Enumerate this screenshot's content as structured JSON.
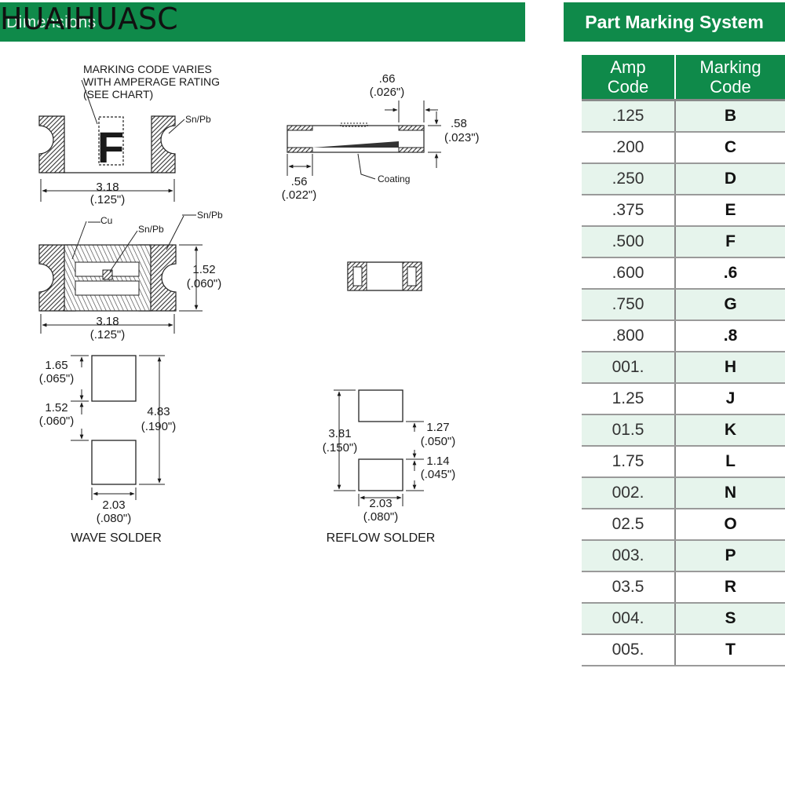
{
  "dimensions": {
    "title": "Dimensions"
  },
  "watermark": "HUAIHUASC",
  "part_marking": {
    "title": "Part Marking System",
    "headers": {
      "amp": "Amp Code",
      "marking": "Marking Code"
    },
    "rows": [
      {
        "amp": ".125",
        "mark": "B"
      },
      {
        "amp": ".200",
        "mark": "C"
      },
      {
        "amp": ".250",
        "mark": "D"
      },
      {
        "amp": ".375",
        "mark": "E"
      },
      {
        "amp": ".500",
        "mark": "F"
      },
      {
        "amp": ".600",
        "mark": ".6"
      },
      {
        "amp": ".750",
        "mark": "G"
      },
      {
        "amp": ".800",
        "mark": ".8"
      },
      {
        "amp": "001.",
        "mark": "H"
      },
      {
        "amp": "1.25",
        "mark": "J"
      },
      {
        "amp": "01.5",
        "mark": "K"
      },
      {
        "amp": "1.75",
        "mark": "L"
      },
      {
        "amp": "002.",
        "mark": "N"
      },
      {
        "amp": "02.5",
        "mark": "O"
      },
      {
        "amp": "003.",
        "mark": "P"
      },
      {
        "amp": "03.5",
        "mark": "R"
      },
      {
        "amp": "004.",
        "mark": "S"
      },
      {
        "amp": "005.",
        "mark": "T"
      }
    ]
  },
  "drawing": {
    "marking_note": [
      "MARKING CODE VARIES",
      "WITH AMPERAGE RATING",
      "(SEE CHART)"
    ],
    "marking_letter": "F",
    "sn_pb": "Sn/Pb",
    "cu": "Cu",
    "coating": "Coating",
    "top_width_mm": "3.18",
    "top_width_in": "(.125\")",
    "mid_width_mm": "3.18",
    "mid_width_in": "(.125\")",
    "mid_height_mm": "1.52",
    "mid_height_in": "(.060\")",
    "side_top_mm": ".66",
    "side_top_in": "(.026\")",
    "side_thick_mm": ".58",
    "side_thick_in": "(.023\")",
    "side_bottom_mm": ".56",
    "side_bottom_in": "(.022\")",
    "wave": {
      "label": "WAVE SOLDER",
      "pad_h_mm": "1.65",
      "pad_h_in": "(.065\")",
      "gap_mm": "1.52",
      "gap_in": "(.060\")",
      "total_mm": "4.83",
      "total_in": "(.190\")",
      "width_mm": "2.03",
      "width_in": "(.080\")"
    },
    "reflow": {
      "label": "REFLOW SOLDER",
      "total_mm": "3.81",
      "total_in": "(.150\")",
      "pad_h_mm": "1.27",
      "pad_h_in": "(.050\")",
      "gap_mm": "1.14",
      "gap_in": "(.045\")",
      "width_mm": "2.03",
      "width_in": "(.080\")"
    }
  }
}
